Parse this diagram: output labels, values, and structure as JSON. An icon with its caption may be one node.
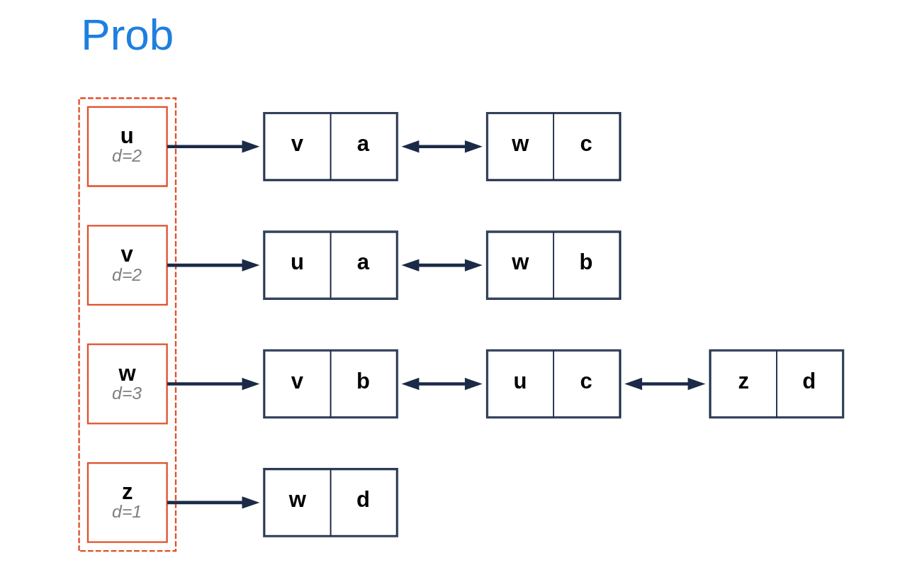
{
  "diagram": {
    "nodes": [
      {
        "text": [],
        "shape": "box"
      },
      {
        "text": [
          "u",
          "d=2"
        ],
        "in": 0
      },
      {
        "text": [
          "v",
          "d=2"
        ],
        "in": 0
      },
      {
        "text": [
          "w",
          "d=3"
        ],
        "in": 0
      },
      {
        "text": [
          "z",
          "d=1"
        ],
        "in": 0
      },
      {
        "text": [
          "v",
          "a"
        ]
      },
      {
        "text": [
          "w",
          "c"
        ]
      },
      {
        "text": [
          "u",
          "a"
        ]
      },
      {
        "text": [
          "w",
          "b"
        ]
      },
      {
        "text": [
          "v",
          "b"
        ]
      },
      {
        "text": [
          "u",
          "c"
        ]
      },
      {
        "text": [
          "z",
          "d"
        ]
      },
      {
        "text": [
          "w",
          "d"
        ]
      }
    ],
    "edges": [
      {
        "from": 1,
        "to": 5,
        "arrow": "to"
      },
      {
        "from": 5,
        "to": 6,
        "arrow": "both"
      },
      {
        "from": 2,
        "to": 7,
        "arrow": "to"
      },
      {
        "from": 7,
        "to": 8,
        "arrow": "both"
      },
      {
        "from": 3,
        "to": 9,
        "arrow": "to"
      },
      {
        "from": 9,
        "to": 10,
        "arrow": "both"
      },
      {
        "from": 10,
        "to": 11,
        "arrow": "both"
      },
      {
        "from": 4,
        "to": 12,
        "arrow": "to"
      }
    ],
    "labels": [
      "Prob"
    ]
  }
}
